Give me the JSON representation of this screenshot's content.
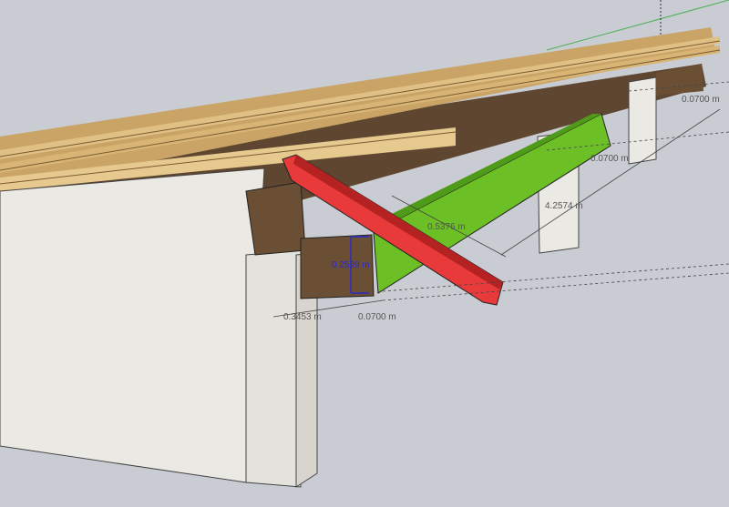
{
  "viewport": {
    "background": "#c9ccd3",
    "dimensions": {
      "top_right": "0.0700 m",
      "right_partial": "0.0700 m",
      "beam_length": "4.2574 m",
      "diagonal": "0.5376 m",
      "block_height": "0.2539 m",
      "bottom_left": "0.3453 m",
      "bottom_mid": "0.0700 m"
    },
    "colors": {
      "red_member": "#e83a3a",
      "green_member": "#6cbf25",
      "wood_dark": "#6b4f34",
      "wood_light": "#d9b576",
      "stone": "#ebe9e4",
      "dimension_selected": "#2a2acc"
    }
  }
}
